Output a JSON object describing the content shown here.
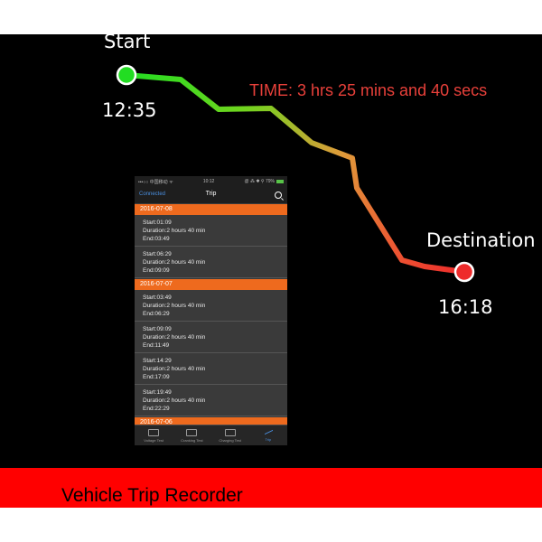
{
  "route": {
    "start_label": "Start",
    "start_time": "12:35",
    "destination_label": "Destination",
    "destination_time": "16:18",
    "time_text": "TIME: 3 hrs 25 mins and 40 secs",
    "colors": {
      "start": "#22dd22",
      "end": "#ee2b2b",
      "text": "#e8403a"
    }
  },
  "phone": {
    "status": {
      "left": "•••○○ 中国移动 ᯤ",
      "time": "10:12",
      "right": "@ ⁂ ✱ ⚲ 79%"
    },
    "nav": {
      "back": "Connected",
      "title": "Trip"
    },
    "groups": [
      {
        "date": "2016-07-08",
        "trips": [
          {
            "start": "Start:01:09",
            "duration": "Duration:2 hours 40 min",
            "end": "End:03:49"
          },
          {
            "start": "Start:06:29",
            "duration": "Duration:2 hours 40 min",
            "end": "End:09:09"
          }
        ]
      },
      {
        "date": "2016-07-07",
        "trips": [
          {
            "start": "Start:03:49",
            "duration": "Duration:2 hours 40 min",
            "end": "End:06:29"
          },
          {
            "start": "Start:09:09",
            "duration": "Duration:2 hours 40 min",
            "end": "End:11:49"
          },
          {
            "start": "Start:14:29",
            "duration": "Duration:2 hours 40 min",
            "end": "End:17:09"
          },
          {
            "start": "Start:19:49",
            "duration": "Duration:2 hours 40 min",
            "end": "End:22:29"
          }
        ]
      }
    ],
    "next_date": "2016-07-06",
    "tabs": [
      {
        "label": "Voltage Test",
        "icon": "battery-icon"
      },
      {
        "label": "Cranking Test",
        "icon": "car-icon"
      },
      {
        "label": "Charging Test",
        "icon": "plug-icon"
      },
      {
        "label": "Trip",
        "icon": "trip-line-icon"
      }
    ],
    "accent": "#ee6a1e"
  },
  "banner": {
    "title": "Vehicle Trip Recorder",
    "color": "#ff0000"
  }
}
